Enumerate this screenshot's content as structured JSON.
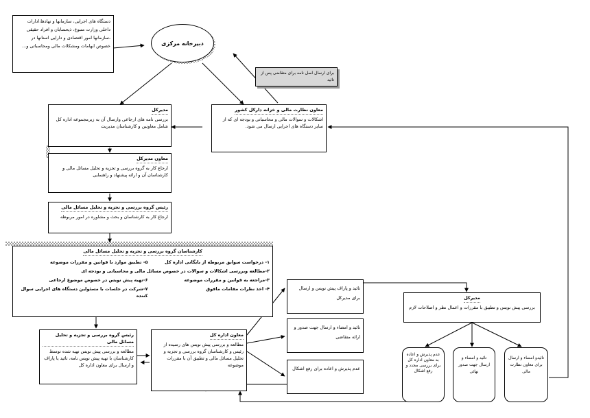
{
  "source_box": "دستگاه های اجرایی، سازمانها و نهادها،ادارات داخلی وزارت متبوع، ذیحسابان و افراد حقیقی ،سازمانها امور اقتصادی و دارایی استانها در خصوص ابهامات ومشکلات مالی ومحاسباتی و...",
  "secretariat": "دبیرخانه مرکزی",
  "original_letter_note": "برای ارسال اصل نامه برای متقاضی پس از تائید",
  "treasury_deputy": {
    "title": "معاون نظارت مالی و خزانه دارکل کشور",
    "body": "اشکالات و سوالات مالی و محاسباتی و بودجه ای که از سایر دستگاه های اجرایی ارسال می شود."
  },
  "dg_top": {
    "title": "مدیرکل",
    "body": "بررسی نامه های ارجاعی وارسال آن به زیرمجموعه اداره کل شامل معاونین و کارشناسان مدیریت"
  },
  "deputy_dg": {
    "title": "معاون مدیرکل",
    "body": "ارجاع کار به گروه بررسی و تجزیه و تحلیل مسائل مالی و کارشناسان آن و ارائه پیشنهاد و راهنمایی"
  },
  "group_head_top": {
    "title": "رئیس گروه بررسی و تجزیه و تحلیل مسائل مالی",
    "body": "ارجاع کار به کارشناسان و بحث و مشاوره در امور مربوطه"
  },
  "experts": {
    "title": "کارشناسان گروه بررسی و تجزیه و تحلیل مسائل مالی",
    "items": [
      "۱- درخواست سوابق مربوطه از بایگانی اداره کل",
      "۵- تطبیق موارد با قوانین و مقررات موضوعه",
      "۲-مطالعه وبررسی اشکالات و سوالات در خصوص مسائل مالی و محاسباتی و بودجه ای",
      "۳-مراجعه به قوانین و مقررات موضوعه",
      "۶-تهیه پیش نویس در خصوص  موضوع ارجاعی",
      "۴- اخذ نظرات مقامات مافوق",
      "۷-شرکت در جلسات با مسئولین دستگاه های اجرایی سوال کننده"
    ]
  },
  "group_head_bottom": {
    "title": "رئیس  گروه بررسی و تجزیه و تحلیل مسائل مالی",
    "body": "مطالعه و بررسی پیش نویس تهیه شده توسط کارشناسان با تهیه پیش نویس نامه، تائید یا پاراف و ارسال برای معاون اداره کل"
  },
  "deputy_bottom": {
    "title": "معاون اداره کل",
    "body": "مطالعه و بررسی پیش نویس های رسیده از رئیس و کارشناسان گروه بررسی و تجزیه و تحلیل مسائل مالی و تطبیق آن با مقررات موضوعه"
  },
  "opt1": "تائید و پاراف پیش نویس و ارسال برای مدیرکل",
  "opt2": "تائید و امضاء و ارسال جهت صدور و ارائه متقاضی",
  "opt3": "عدم پذیرش و اعاده برای رفع اشکال",
  "dg_bottom": {
    "title": "مدیرکل",
    "body": "بررسی پیش نویس و تطبیق با مقررات و اعمال نظر و اصلاحات لازم"
  },
  "end1": "عدم پذیرش و اعاده به معاون اداره کل برای بررسی مجدد و رفع اشکال",
  "end2": "تائید و امضاء و ارسال جهت صدور نهائی",
  "end3": "تائیدو امضاء و ارسال برای معاون نظارت مالی"
}
